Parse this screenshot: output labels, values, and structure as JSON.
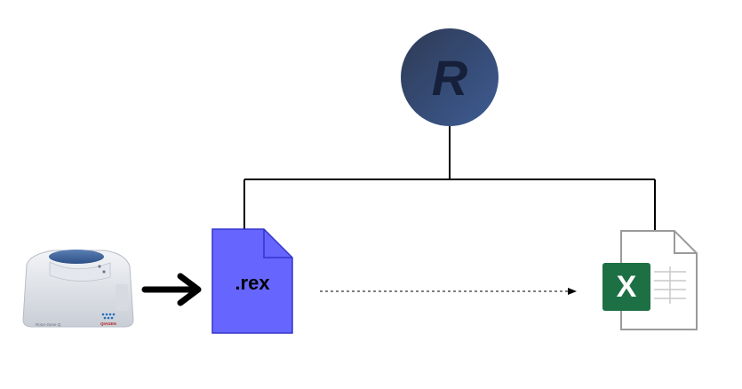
{
  "r_logo": {
    "label": "R"
  },
  "instrument": {
    "brand_label": "Rotor-Gene Q",
    "maker_label": "QIAGEN"
  },
  "rex_file": {
    "label": ".rex"
  },
  "excel_file": {
    "label": "X"
  },
  "colors": {
    "r_gradient_start": "#2e3a55",
    "r_gradient_end": "#3d5c93",
    "r_letter": "#16203a",
    "rex_fill": "#6666ff",
    "rex_stroke": "#3333cc",
    "excel_green": "#1d7044",
    "doc_stroke": "#9a9a9a",
    "line": "#000000"
  }
}
